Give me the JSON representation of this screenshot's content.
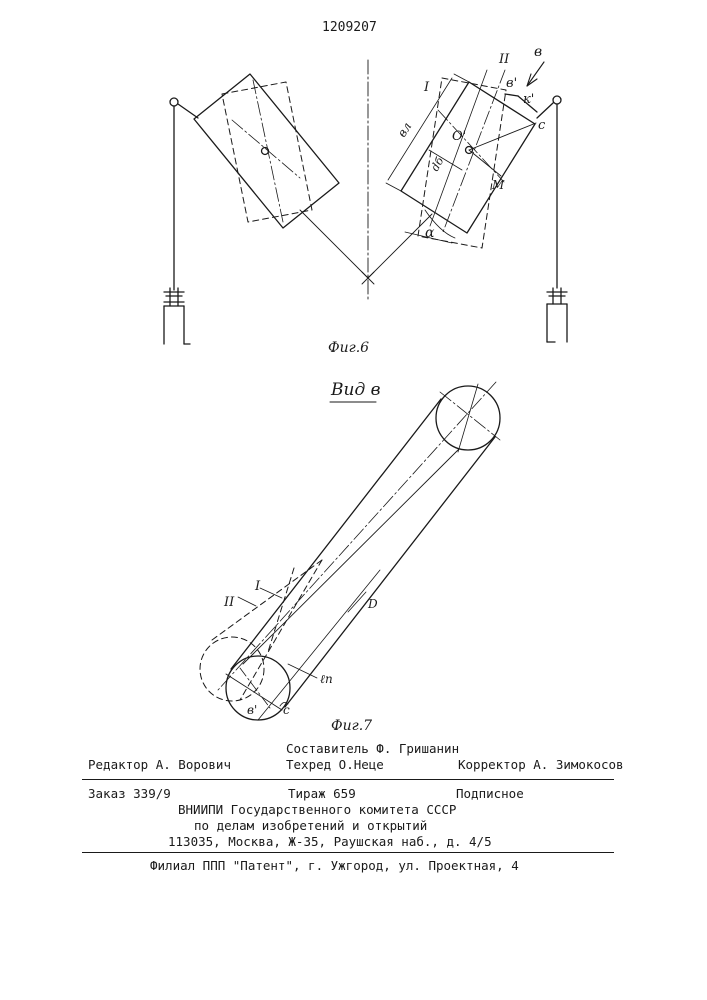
{
  "patent_number": "1209207",
  "fig6": {
    "caption": "Фиг.6",
    "labels": {
      "roman_one": "I",
      "roman_two": "II",
      "view_b": "в",
      "b_prime": "в'",
      "k_prime": "к'",
      "c": "с",
      "o_prime": "O'",
      "m": "М",
      "vl": "вл",
      "ds": "dб",
      "alpha": "α"
    }
  },
  "fig7": {
    "view_title": "Вид в",
    "caption": "Фиг.7",
    "labels": {
      "roman_one": "I",
      "roman_two": "II",
      "d": "D",
      "lp": "ℓп",
      "b_prime": "в'",
      "c": "с"
    }
  },
  "colophon": {
    "editor": "Редактор А. Ворович",
    "compiler": "Составитель Ф. Гришанин",
    "techred": "Техред О.Неце",
    "corrector": "Корректор А. Зимокосов",
    "order": "Заказ 339/9",
    "circulation": "Тираж 659",
    "subscription": "Подписное",
    "institute_line1": "ВНИИПИ Государственного комитета СССР",
    "institute_line2": "по делам изобретений и открытий",
    "institute_line3": "113035, Москва, Ж-35, Раушская наб., д. 4/5",
    "branch": "Филиал ППП \"Патент\", г. Ужгород, ул. Проектная, 4"
  }
}
